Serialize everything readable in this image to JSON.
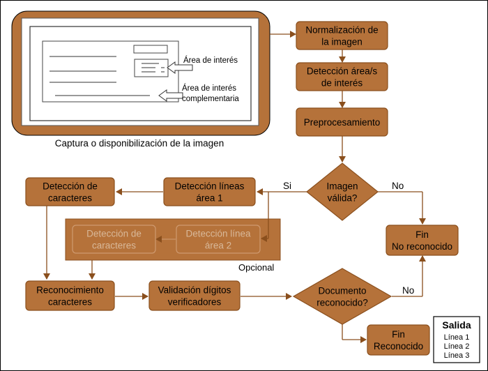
{
  "colors": {
    "box_fill": "#b5723a",
    "box_stroke": "#8a4f1d",
    "optional_fill": "#b5723a",
    "optional_text": "#d8b899",
    "arrow": "#8a4f1d",
    "outline": "#000000"
  },
  "capture": {
    "label": "Captura o disponibilización de la imagen",
    "area_interest": "Área de interés",
    "area_complementary_line1": "Área de interés",
    "area_complementary_line2": "complementaria"
  },
  "steps": {
    "normalizacion": [
      "Normalización de",
      "la imagen"
    ],
    "deteccion_area": [
      "Detección área/s",
      "de interés"
    ],
    "preprocesamiento": [
      "Preprocesamiento"
    ],
    "imagen_valida": [
      "Imagen",
      "válida?"
    ],
    "deteccion_lineas": [
      "Detección líneas",
      "área 1"
    ],
    "deteccion_caracteres": [
      "Detección de",
      "caracteres"
    ],
    "deteccion_caracteres_opt": [
      "Detección de",
      "caracteres"
    ],
    "deteccion_linea_area2": [
      "Detección línea",
      "área 2"
    ],
    "reconocimiento": [
      "Reconocimiento",
      "caracteres"
    ],
    "validacion": [
      "Validación dígitos",
      "verificadores"
    ],
    "documento_reconocido": [
      "Documento",
      "reconocido?"
    ],
    "fin_no_reconocido": [
      "Fin",
      "No reconocido"
    ],
    "fin_reconocido": [
      "Fin",
      "Reconocido"
    ]
  },
  "labels": {
    "si": "Si",
    "no_valida": "No",
    "no_documento": "No",
    "opcional": "Opcional"
  },
  "salida": {
    "title": "Salida",
    "lines": [
      "Línea 1",
      "Línea 2",
      "Línea 3"
    ]
  }
}
